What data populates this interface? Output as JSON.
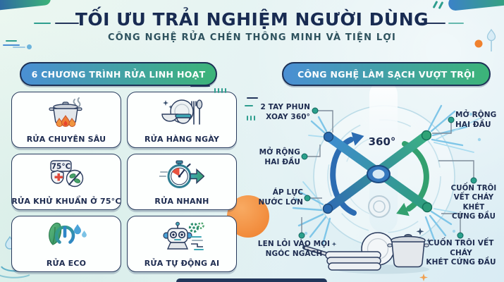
{
  "header": {
    "title": "TỐI ƯU TRẢI NGHIỆM NGƯỜI DÙNG",
    "subtitle": "CÔNG NGHỆ RỬA CHÉN THÔNG MINH VÀ TIỆN LỢI"
  },
  "left_section": {
    "badge": "6 CHƯƠNG TRÌNH RỬA LINH HOẠT",
    "cards": [
      {
        "label": "RỬA CHUYÊN SÂU",
        "icon": "cooking-pot-icon"
      },
      {
        "label": "RỬA HÀNG NGÀY",
        "icon": "dishes-icon"
      },
      {
        "label": "RỬA KHỬ KHUẨN Ở 75°C",
        "icon": "sanitize-shield-icon",
        "temp_badge": "75°C"
      },
      {
        "label": "RỬA NHANH",
        "icon": "stopwatch-arrow-icon"
      },
      {
        "label": "RỬA ECO",
        "icon": "eco-leaf-power-icon"
      },
      {
        "label": "RỬA TỰ ĐỘNG AI",
        "icon": "ai-robot-icon"
      }
    ]
  },
  "right_section": {
    "badge": "CÔNG NGHỆ LÀM SẠCH VƯỢT TRỘI",
    "rotation_label": "360°",
    "callouts": [
      {
        "id": "spray-arms",
        "label": "2 TAY PHUN\nXOAY 360°"
      },
      {
        "id": "extend-left",
        "label": "MỞ RỘNG\nHAI ĐẦU"
      },
      {
        "id": "extend-right",
        "label": "MỞ RỘNG\nHAI ĐẦU"
      },
      {
        "id": "water-pressure",
        "label": "ÁP LỰC\nNƯỚC LỚN"
      },
      {
        "id": "reach-corners",
        "label": "LEN LỎI VÀO MỌI\nNGÓC NGÁCH"
      },
      {
        "id": "burnt-stains-right",
        "label": "CUỐN TRÔI\nVẾT CHÁY KHÉT\nCỨNG ĐẦU"
      },
      {
        "id": "burnt-stains-bottom",
        "label": "CUỐN TRÔI VẾT CHÁY\nKHÉT CỨNG ĐẦU"
      }
    ]
  },
  "colors": {
    "navy": "#1e2c50",
    "teal": "#2e9e8e",
    "badge_gradient_start": "#4a8fd4",
    "badge_gradient_end": "#3cb478",
    "accent_orange": "#f0812e",
    "arm_blue": "#2f6cb3",
    "arm_green": "#3bb184",
    "spray_blue": "#7fc6e8",
    "background_start": "#ebf7f0",
    "background_end": "#d9ecf4"
  }
}
